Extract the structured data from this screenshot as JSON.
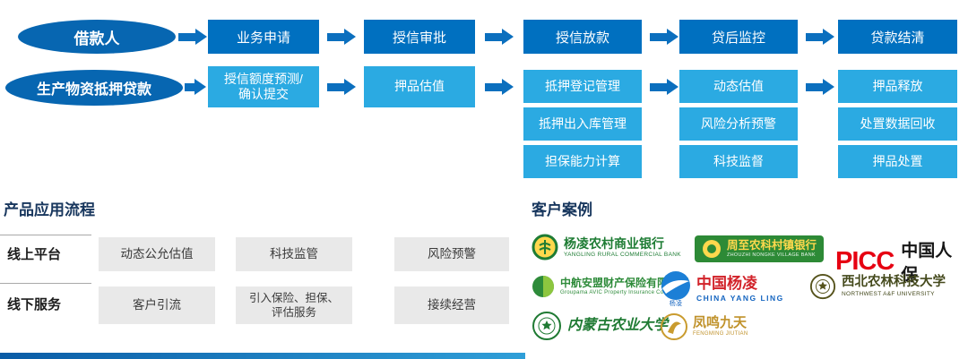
{
  "colors": {
    "stage_blue": "#0070c0",
    "sub_blue": "#2baae2",
    "ellipse_blue": "#0766b1",
    "arrow_blue": "#0b6fbe",
    "heading_navy": "#17365d",
    "gray_box": "#e9e9e9",
    "picc_red": "#e60012",
    "bank_green": "#1e7c34",
    "gold": "#c0922b"
  },
  "flow": {
    "entities": [
      {
        "label": "借款人"
      },
      {
        "label": "生产物资抵押贷款"
      }
    ],
    "stages": [
      {
        "main": "业务申请",
        "subs": [
          "授信额度预测/\n确认提交"
        ]
      },
      {
        "main": "授信审批",
        "subs": [
          "押品估值"
        ]
      },
      {
        "main": "授信放款",
        "subs": [
          "抵押登记管理",
          "抵押出入库管理",
          "担保能力计算"
        ]
      },
      {
        "main": "贷后监控",
        "subs": [
          "动态估值",
          "风险分析预警",
          "科技监督"
        ]
      },
      {
        "main": "贷款结清",
        "subs": [
          "押品释放",
          "处置数据回收",
          "押品处置"
        ]
      }
    ]
  },
  "product_flow": {
    "title": "产品应用流程",
    "rows": [
      {
        "label": "线上平台",
        "items": [
          "动态公允估值",
          "科技监管",
          "风险预警"
        ]
      },
      {
        "label": "线下服务",
        "items": [
          "客户引流",
          "引入保险、担保、\n评估服务",
          "接续经营"
        ]
      }
    ]
  },
  "cases": {
    "title": "客户案例",
    "logos": [
      {
        "name": "杨凌农村商业银行",
        "sub": "YANGLING RURAL COMMERCIAL BANK"
      },
      {
        "name": "周至农科村镇银行",
        "sub": "ZHOUZHI NONGKE VILLAGE BANK"
      },
      {
        "name": "PICC",
        "sub": "中国人保"
      },
      {
        "name": "中航安盟财产保险有限公司",
        "sub": "Groupama AVIC Property Insurance Co.,Ltd"
      },
      {
        "name": "中国杨凌",
        "sub": "CHINA YANG LING",
        "extra": "杨凌"
      },
      {
        "name": "西北农林科技大学",
        "sub": "NORTHWEST A&F UNIVERSITY"
      },
      {
        "name": "内蒙古农业大学",
        "sub": ""
      },
      {
        "name": "凤鸣九天",
        "sub": "FENGMING JIUTIAN"
      }
    ]
  }
}
